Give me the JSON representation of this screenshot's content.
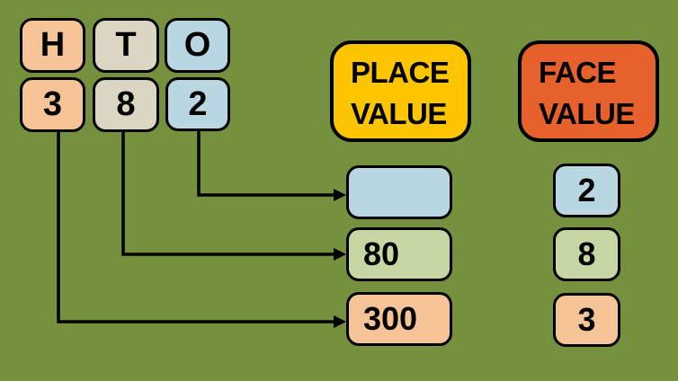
{
  "diagram": {
    "background_color": "#75913d",
    "ink_color": "#000000",
    "columns": [
      {
        "label": "H",
        "digit": "3",
        "color": "#f6c496"
      },
      {
        "label": "T",
        "digit": "8",
        "color": "#dad6c1"
      },
      {
        "label": "O",
        "digit": "2",
        "color": "#b8d7e3"
      }
    ],
    "place_value": {
      "title": "PLACE VALUE",
      "header_color": "#fdc500",
      "items": [
        {
          "value": "",
          "color": "#b8d7e3"
        },
        {
          "value": "80",
          "color": "#c6d7a3"
        },
        {
          "value": "300",
          "color": "#f6c496"
        }
      ]
    },
    "face_value": {
      "title": "FACE VALUE",
      "header_color": "#e6612b",
      "items": [
        {
          "value": "2",
          "color": "#b8d7e3"
        },
        {
          "value": "8",
          "color": "#c6d7a3"
        },
        {
          "value": "3",
          "color": "#f6c496"
        }
      ]
    }
  }
}
